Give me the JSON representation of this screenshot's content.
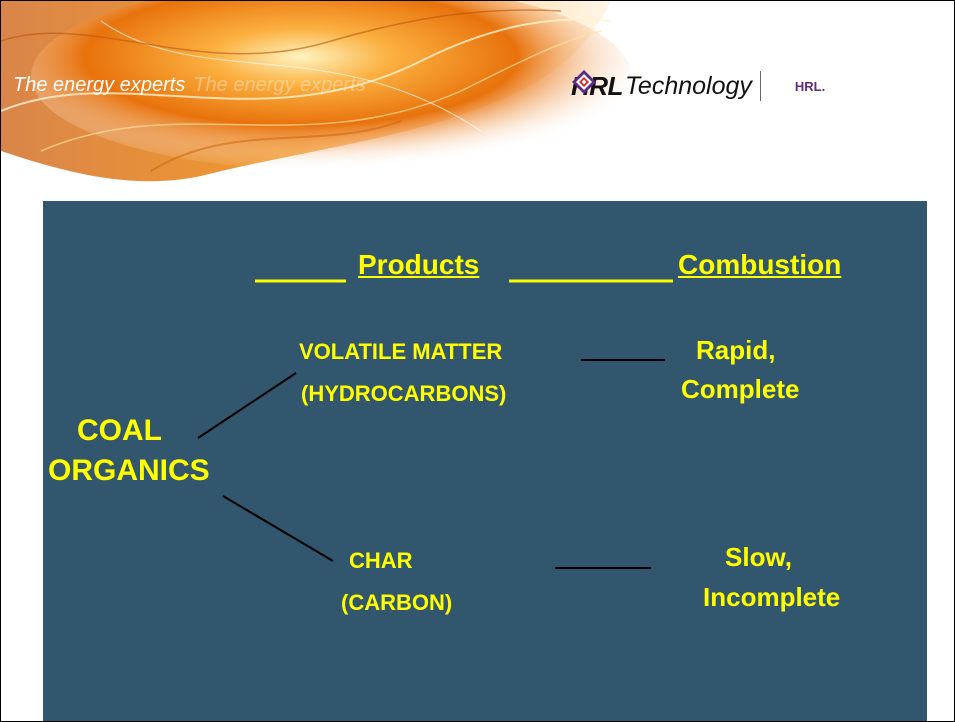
{
  "header": {
    "tagline": "The energy experts",
    "tagline_echo": "The energy experts",
    "logo_bold": "HRL",
    "logo_rest": "Technology",
    "logo_small": "HRL."
  },
  "diagram": {
    "col_products": "Products",
    "col_combustion": "Combustion",
    "root_line1": "COAL",
    "root_line2": "ORGANICS",
    "branch1_line1": "VOLATILE MATTER",
    "branch1_line2": "(HYDROCARBONS)",
    "branch1_result_line1": "Rapid,",
    "branch1_result_line2": "Complete",
    "branch2_line1": "CHAR",
    "branch2_line2": "(CARBON)",
    "branch2_result_line1": "Slow,",
    "branch2_result_line2": "Incomplete"
  },
  "colors": {
    "panel_bg": "#31566d",
    "text": "#ffff00",
    "accent": "#f07a10"
  },
  "icons": [
    "hrl-logo-mark-icon"
  ]
}
